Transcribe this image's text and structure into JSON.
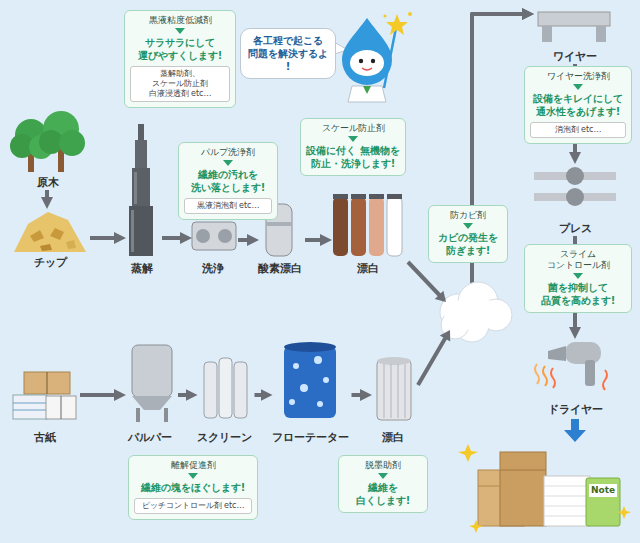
{
  "diagram": {
    "nodes": [
      {
        "text": [
          "原木"
        ]
      },
      {
        "text": [
          "チップ"
        ]
      },
      {
        "text": [
          "黒液粘度低減剤",
          "サラサラにして 運びやすくします!",
          "蒸解助剤、スケール防止剤 白液浸透剤 etc…"
        ]
      },
      {
        "text": [
          "蒸解"
        ]
      },
      {
        "text": [
          "パルプ洗浄剤",
          "繊維の汚れを 洗い落とします!",
          "黒液消泡剤 etc…"
        ]
      },
      {
        "text": [
          "洗浄"
        ]
      },
      {
        "text": [
          "酸素漂白"
        ]
      },
      {
        "text": [
          "スケール防止剤",
          "設備に付く 無機物を 防止・洗浄します!"
        ]
      },
      {
        "text": [
          "漂白"
        ]
      },
      {
        "text": [
          "各工程で起こる 問題を解決するよ!"
        ]
      },
      {
        "text": [
          "防カビ剤",
          "カビの発生を 防ぎます!"
        ]
      },
      {
        "text": [
          "ワイヤー"
        ]
      },
      {
        "text": [
          "ワイヤー洗浄剤",
          "設備をキレイにして 通水性をあげます!",
          "消泡剤 etc…"
        ]
      },
      {
        "text": [
          "プレス"
        ]
      },
      {
        "text": [
          "スライム コントロール剤",
          "菌を抑制して 品質を高めます!"
        ]
      },
      {
        "text": [
          "ドライヤー"
        ]
      },
      {
        "text": [
          "古紙"
        ]
      },
      {
        "text": [
          "パルパー"
        ]
      },
      {
        "text": [
          "スクリーン"
        ]
      },
      {
        "text": [
          "フローテーター"
        ]
      },
      {
        "text": [
          "漂白"
        ]
      },
      {
        "text": [
          "離解促進剤",
          "繊維の塊をほぐします!",
          "ピッチコントロール剤 etc…"
        ]
      },
      {
        "text": [
          "脱墨助剤",
          "繊維を 白くします!"
        ]
      }
    ],
    "edges": [
      {
        "from": 0,
        "to": 1,
        "arrow": "to"
      },
      {
        "from": 1,
        "to": 3,
        "arrow": "to"
      },
      {
        "from": 3,
        "to": 5,
        "arrow": "to"
      },
      {
        "from": 5,
        "to": 6,
        "arrow": "to"
      },
      {
        "from": 6,
        "to": 8,
        "arrow": "to"
      },
      {
        "from": 8,
        "to": 11,
        "arrow": "to"
      },
      {
        "from": 11,
        "to": 13,
        "arrow": "to"
      },
      {
        "from": 13,
        "to": 15,
        "arrow": "to"
      },
      {
        "from": 16,
        "to": 17,
        "arrow": "to"
      },
      {
        "from": 17,
        "to": 18,
        "arrow": "to"
      },
      {
        "from": 18,
        "to": 19,
        "arrow": "to"
      },
      {
        "from": 19,
        "to": 20,
        "arrow": "to"
      },
      {
        "from": 20,
        "to": 11,
        "arrow": "to"
      }
    ],
    "labels": [
      "Note"
    ]
  }
}
